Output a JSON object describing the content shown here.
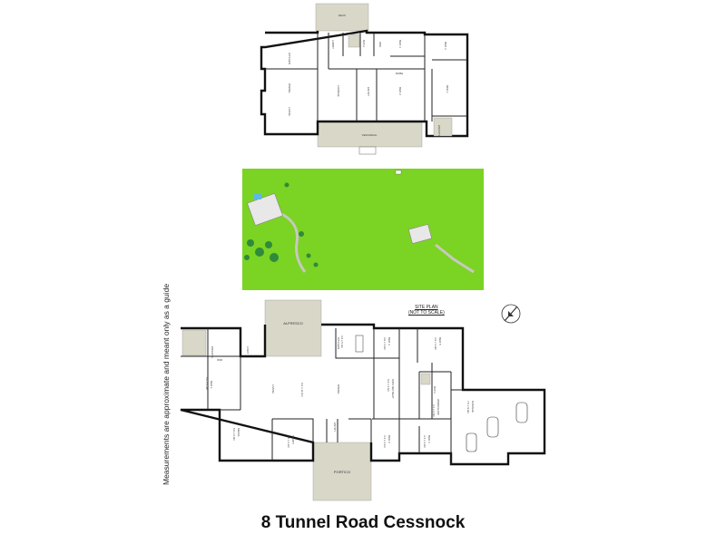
{
  "title": "8 Tunnel Road Cessnock",
  "disclaimer": "Measurements are approximate and meant only as a guide",
  "site_plan": {
    "line1": "SITE PLAN",
    "line2": "(NOT TO SCALE)"
  },
  "top_plan": {
    "deck": "DECK",
    "lobby": "LOBBY",
    "kitchen": "KITCHEN",
    "dining": "DINING",
    "living": "LIVING",
    "lounge": "LOUNGE",
    "entry": "ENTRY",
    "verandah": "VERANDAH",
    "bed1": "BED 1",
    "bed2": "BED 2",
    "bed3": "BED 3",
    "bed4": "BED 4",
    "bath": "BATH",
    "ensuite": "ENSUITE",
    "wir": "WIR",
    "robe": "ROBE"
  },
  "bottom_plan": {
    "alfresco": "ALFRESCO",
    "portico": "PORTICO",
    "kitchen": "KITCHEN",
    "kitchen_dim": "3.6 x 5.4m",
    "living": "LIVING",
    "living_dim": "6.6 x 11.8m",
    "dining": "DINING",
    "media": "MEDIA",
    "media_dim": "5.0 x 6.0m",
    "study": "STUDY",
    "study_dim": "3.6 x 3.4m",
    "entry": "ENTRY",
    "bed1": "BED 1",
    "bed1_dim": "5.0 x 6.3m",
    "bed2": "BED 2",
    "bed2_dim": "3.4 x 4.1m",
    "bed3": "BED 3",
    "bed3_dim": "3.4 x 4.2m",
    "bed4": "BED 4",
    "bed4_dim": "3.0 x 4.2m",
    "bed5": "BED 5",
    "bed5_dim": "4.2 x 3.9m",
    "kids_retreat": "KIDS RETREAT",
    "kids_retreat_dim": "6.2 x 4.4m",
    "garage": "GARAGE",
    "garage_dim": "7.0 x 9.9m",
    "workshop": "WORKSHOP",
    "workshop_dim": "3.1 x 2.0m",
    "ensuite": "ENSUITE",
    "wir": "WIR",
    "bath": "BATH",
    "ldry": "L'DRY"
  },
  "colors": {
    "wall": "#111111",
    "tile": "#d9d7c8",
    "grass": "#7bd324",
    "road": "#c8c8c0",
    "tree": "#2f8a3a"
  }
}
